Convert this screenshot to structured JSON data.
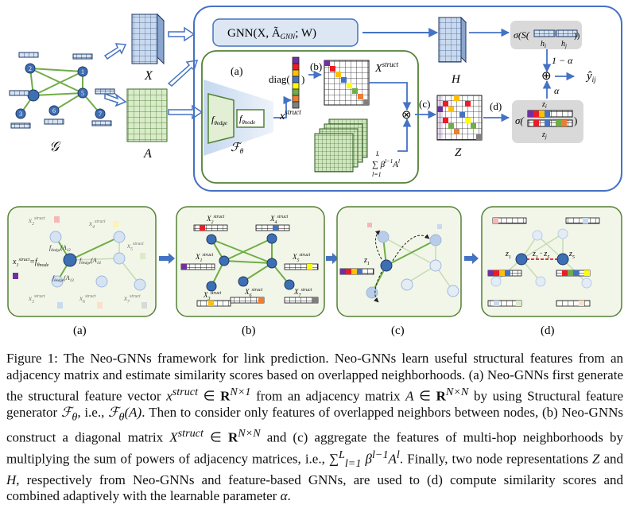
{
  "figure": {
    "top": {
      "graph_label": "𝒢",
      "x_label": "X",
      "a_label": "A",
      "gnn_box": "GNN(X, Ã",
      "gnn_sub": "GNN",
      "gnn_tail": "; W)",
      "panel_a": "(a)",
      "panel_b": "(b)",
      "panel_c": "(c)",
      "panel_d": "(d)",
      "diag": "diag(",
      "diag_close": ")",
      "f_edge": "f",
      "f_edge_sub": "θedge",
      "f_node": "f",
      "f_node_sub": "θnode",
      "f_theta": "ℱ",
      "f_theta_sub": "θ",
      "x_struct": "x",
      "x_struct_sup": "struct",
      "X_struct": "X",
      "X_struct_sup": "struct",
      "sum_label": "∑ β",
      "sum_upper": "L",
      "sum_lower": "l=1",
      "sum_exp": "l−1",
      "sum_tail": "A",
      "sum_tail_sup": "l",
      "z_label": "Z",
      "h_label": "H",
      "otimes": "⊗",
      "oplus": "⊕",
      "one_minus_alpha": "1 − α",
      "alpha": "α",
      "y_hat": "ŷ",
      "y_hat_sub": "ij",
      "sigma_top": "σ(S(",
      "sigma_top_close": "))",
      "h_i": "h",
      "h_i_sub": "i",
      "h_j": "h",
      "h_j_sub": "j",
      "sigma_bottom": "σ(",
      "sigma_bottom_close": ")",
      "z_i": "z",
      "z_i_sub": "i",
      "z_j": "z",
      "z_j_sub": "j"
    },
    "bottom": {
      "label_a": "(a)",
      "label_b": "(b)",
      "label_c": "(c)",
      "label_d": "(d)",
      "a_x2": "x",
      "a_x2_sub": "2",
      "a_x4": "x",
      "a_x4_sub": "4",
      "a_x5": "x",
      "a_x5_sub": "5",
      "a_x1": "x",
      "a_x1_sub": "1",
      "a_x1_eq": "=f",
      "a_x1_eq_sub": "θnode",
      "a_x3": "x",
      "a_x3_sub": "3",
      "a_x6": "x",
      "a_x6_sub": "6",
      "a_x7": "x",
      "a_x7_sub": "7",
      "sup_struct": "struct",
      "a_f12": "f",
      "a_f12_sub": "θedge",
      "a_f12_arg": "(A",
      "a_f12_arg_sub": "12",
      "a_f14": "f",
      "a_f14_sub": "θedge",
      "a_f14_arg": "(A",
      "a_f14_arg_sub": "14",
      "a_f13": "f",
      "a_f13_sub": "θedge",
      "a_f13_arg": "(A",
      "a_f13_arg_sub": "13",
      "b_X2": "X",
      "b_X2_sub": "2",
      "b_X4": "X",
      "b_X4_sub": "4",
      "b_X1": "X",
      "b_X1_sub": "1",
      "b_X5": "X",
      "b_X5_sub": "5",
      "b_X3": "X",
      "b_X3_sub": "3",
      "b_X6": "X",
      "b_X6_sub": "6",
      "b_X7": "X",
      "b_X7_sub": "7",
      "c_z1": "z",
      "c_z1_sub": "1",
      "d_z1": "z",
      "d_z1_sub": "1",
      "d_z5": "z",
      "d_z5_sub": "5",
      "d_prod": "z",
      "d_prod_sub": "1",
      "d_prod_dot": " · z",
      "d_prod_sub2": "5",
      "node_1": "1",
      "node_2": "2",
      "node_3": "3",
      "node_4": "4",
      "node_5": "5",
      "node_6": "6",
      "node_7": "7"
    }
  },
  "caption": {
    "c01": "Figure 1: The Neo-GNNs framework for link prediction. Neo-GNNs learn useful structural features from an adjacency matrix and estimate similarity scores based on overlapped neighborhoods. (a) Neo-GNNs first generate the structural feature vector ",
    "c02": "x",
    "c03": "struct",
    "c04": " ∈ ",
    "c05": "R",
    "c06": "N×1",
    "c07": " from an adjacency matrix ",
    "c08": "A",
    "c09": " ∈ ",
    "c10": "R",
    "c11": "N×N",
    "c12": " by using Structural feature generator ",
    "c13": "ℱ",
    "c14": "θ",
    "c15": ", i.e., ",
    "c16": "ℱ",
    "c17": "θ",
    "c18": "(A)",
    "c19": ". Then to consider only features of overlapped neighbors between nodes, (b) Neo-GNNs construct a diagonal matrix ",
    "c20": "X",
    "c21": "struct",
    "c22": " ∈ ",
    "c23": "R",
    "c24": "N×N",
    "c25": " and (c) aggregate the features of multi-hop neighborhoods by multiplying the sum of powers of adjacency matrices, i.e., ",
    "c26": "∑",
    "c27": "L",
    "c28": "l=1",
    "c29": " β",
    "c30": "l−1",
    "c31": "A",
    "c32": "l",
    "c33": ". Finally, two node representations ",
    "c34": "Z",
    "c35": " and ",
    "c36": "H",
    "c37": ", respectively from Neo-GNNs and feature-based GNNs, are used to (d) compute similarity scores and combined adaptively with the learnable parameter ",
    "c38": "α",
    "c39": "."
  },
  "colors": {
    "blue_frame": "#4472c4",
    "green_frame": "#538135",
    "panel_bg": "#f2f6e8",
    "node_blue": "#3d6fb5",
    "node_pale": "#b9cde8",
    "edge_green": "#70ad47",
    "matrix_blue": "#c9d9ee",
    "matrix_green": "#d8ecc8",
    "gray_box": "#d9d9d9",
    "arrow_blue": "#4472c4"
  }
}
